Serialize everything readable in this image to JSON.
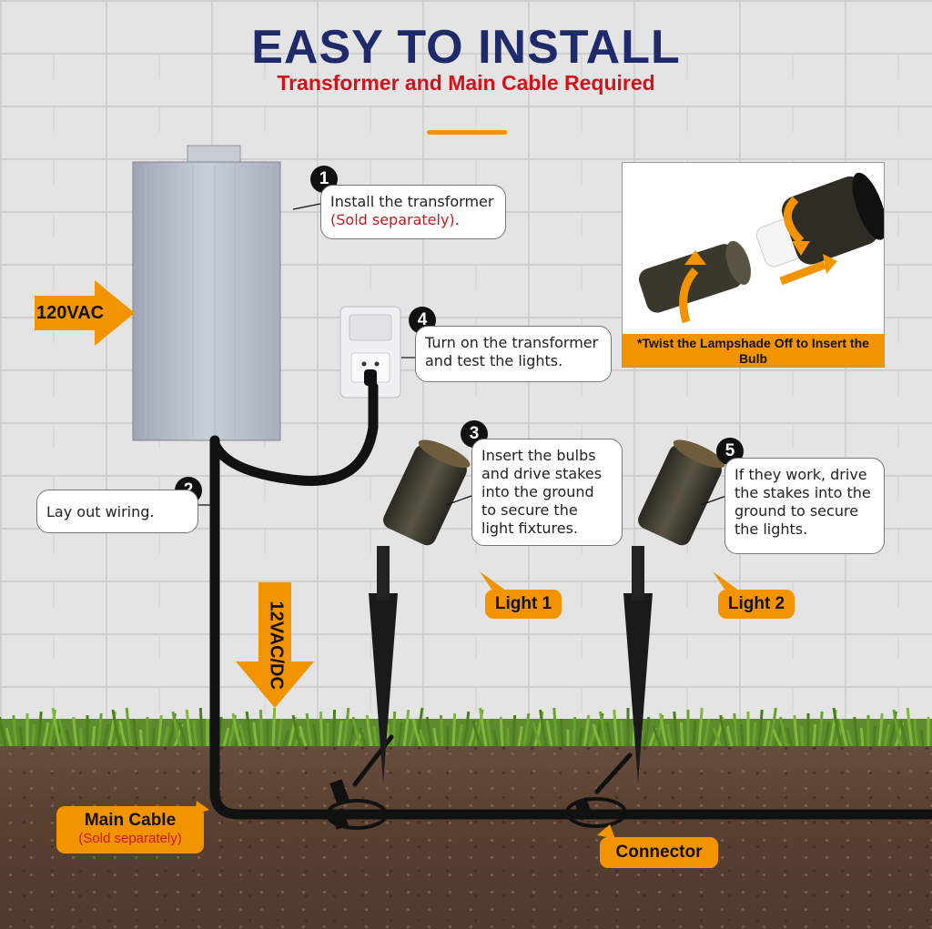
{
  "header": {
    "title": "EASY TO INSTALL",
    "subtitle": "Transformer and Main Cable Required"
  },
  "steps": [
    {
      "number": "1",
      "text": "Install the transformer",
      "note": "(Sold separately)."
    },
    {
      "number": "2",
      "text": "Lay out wiring."
    },
    {
      "number": "3",
      "text": "Insert the bulbs and drive  stakes into the ground to secure the light fixtures."
    },
    {
      "number": "4",
      "text": "Turn on the transformer and test the lights."
    },
    {
      "number": "5",
      "text": "If they work, drive the stakes into the ground to secure the lights."
    }
  ],
  "labels": {
    "input_voltage": "120VAC",
    "output_voltage": "12VAC/DC",
    "light_1": "Light 1",
    "light_2": "Light 2",
    "main_cable": "Main Cable",
    "main_cable_note": "(Sold separately)",
    "connector": "Connector"
  },
  "inset": {
    "caption": "*Twist the Lampshade Off to Insert the Bulb"
  },
  "colors": {
    "accent_orange": "#f29400",
    "title_navy": "#1f2a6b",
    "subtitle_red": "#d0141c"
  }
}
